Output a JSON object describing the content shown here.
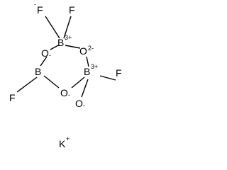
{
  "molecule": {
    "atoms": [
      {
        "id": "f_top_left",
        "element": "F",
        "charge": "-"
      },
      {
        "id": "f_top_right",
        "element": "F",
        "charge": ""
      },
      {
        "id": "b_top",
        "element": "B",
        "charge": "3+"
      },
      {
        "id": "o_left",
        "element": "O",
        "charge": "-"
      },
      {
        "id": "o_right",
        "element": "O",
        "charge": "2-"
      },
      {
        "id": "b_left",
        "element": "B",
        "charge": ""
      },
      {
        "id": "b_right",
        "element": "B",
        "charge": "3+"
      },
      {
        "id": "o_bottom",
        "element": "O",
        "charge": "-"
      },
      {
        "id": "f_left",
        "element": "F",
        "charge": ""
      },
      {
        "id": "f_right",
        "element": "F",
        "charge": ""
      },
      {
        "id": "o_pendant",
        "element": "O",
        "charge": "-"
      }
    ],
    "counterion": {
      "element": "K",
      "charge": "+"
    }
  }
}
